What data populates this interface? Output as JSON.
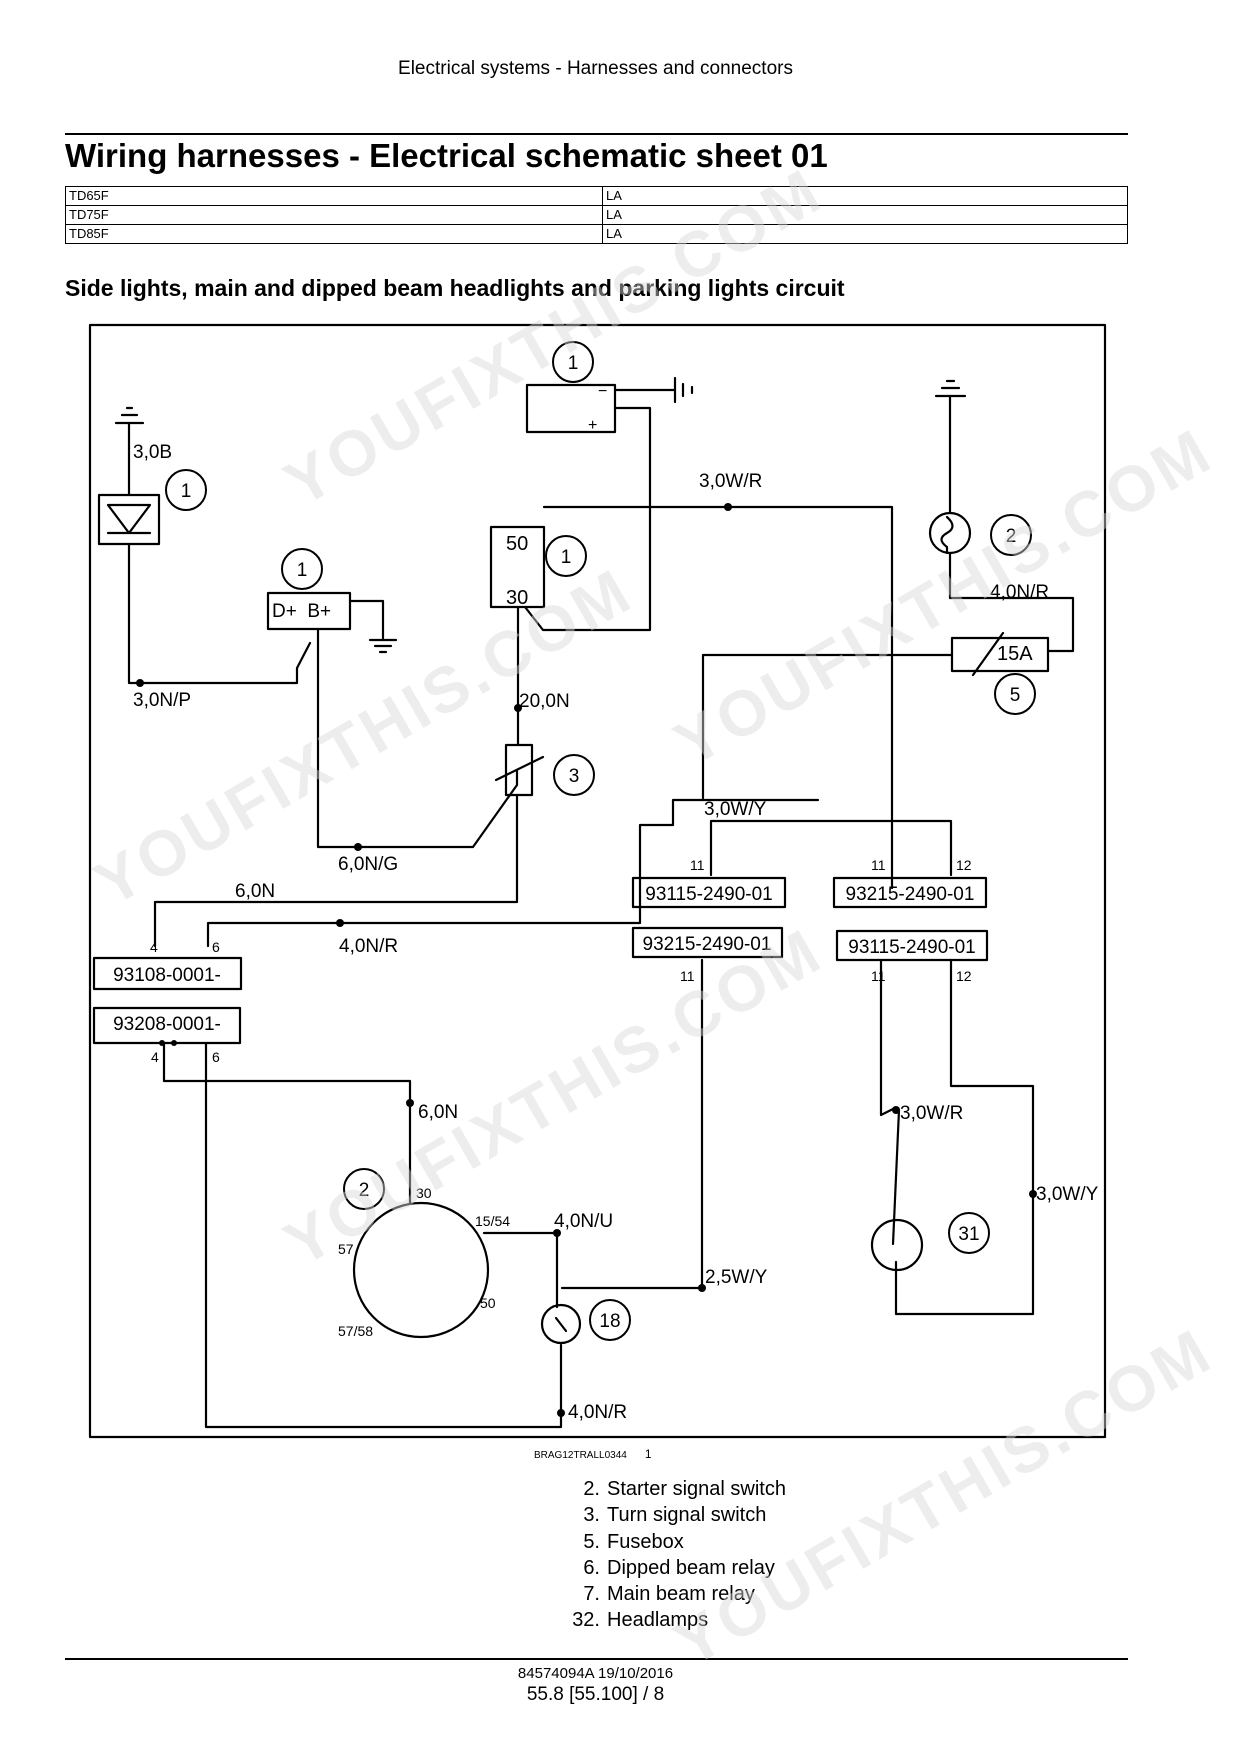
{
  "running_header": "Electrical systems - Harnesses and connectors",
  "page_title": "Wiring harnesses - Electrical schematic sheet 01",
  "model_table": [
    {
      "model": "TD65F",
      "code": "LA"
    },
    {
      "model": "TD75F",
      "code": "LA"
    },
    {
      "model": "TD85F",
      "code": "LA"
    }
  ],
  "section_title": "Side lights, main and dipped beam headlights and parking lights circuit",
  "schematic": {
    "battery_minus": "−",
    "battery_plus": "+",
    "starter_labels": [
      "50",
      "30"
    ],
    "alternator_label": "D+  B+",
    "fuse_rating": "15A",
    "callouts": [
      "1",
      "1",
      "1",
      "1",
      "2",
      "3",
      "5",
      "2",
      "18",
      "31"
    ],
    "wires": [
      "3,0B",
      "3,0W/R",
      "4,0N/R",
      "3,0N/P",
      "20,0N",
      "3,0W/Y",
      "6,0N/G",
      "6,0N",
      "4,0N/R",
      "6,0N",
      "4,0N/U",
      "2,5W/Y",
      "4,0N/R",
      "3,0W/R",
      "3,0W/Y"
    ],
    "connectors": [
      "93115-2490-01",
      "93215-2490-01",
      "93108-0001-",
      "93208-0001-",
      "93215-2490-01",
      "93115-2490-01"
    ],
    "pins": [
      "11",
      "11",
      "12",
      "4",
      "6",
      "11",
      "11",
      "12",
      "4",
      "6"
    ],
    "switch_terminals": [
      "30",
      "15/54",
      "57",
      "50",
      "57/58"
    ]
  },
  "figure_ref": {
    "code": "BRAG12TRALL0344",
    "number": "1"
  },
  "legend": [
    {
      "num": "2.",
      "text": "Starter signal switch"
    },
    {
      "num": "3.",
      "text": "Turn signal switch"
    },
    {
      "num": "5.",
      "text": "Fusebox"
    },
    {
      "num": "6.",
      "text": "Dipped beam relay"
    },
    {
      "num": "7.",
      "text": "Main beam relay"
    },
    {
      "num": "32.",
      "text": "Headlamps"
    }
  ],
  "footer": {
    "code": "84574094A 19/10/2016",
    "page": "55.8 [55.100] / 8"
  },
  "watermark": "YOUFIXTHIS.COM"
}
